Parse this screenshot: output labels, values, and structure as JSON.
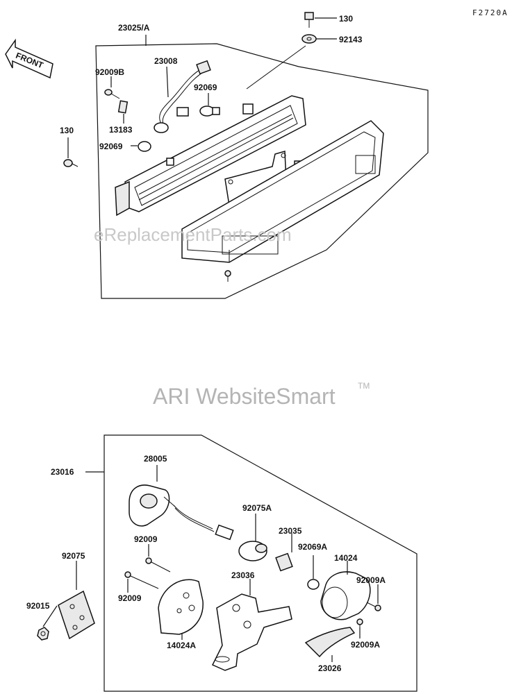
{
  "figure_code": "F2720A",
  "front_arrow_label": "FRONT",
  "watermarks": {
    "site": "eReplacementParts.com",
    "brand": "ARI WebsiteSmart",
    "trademark": "TM"
  },
  "top_assembly": {
    "group_label": "23025/A",
    "callouts": [
      "130",
      "92143",
      "23008",
      "92009B",
      "92069",
      "13183",
      "92069",
      "130"
    ]
  },
  "bottom_assembly": {
    "group_label": "23016",
    "callouts": [
      "28005",
      "92075A",
      "92009",
      "23035",
      "92069A",
      "14024",
      "92075",
      "92009A",
      "23036",
      "92009",
      "92015",
      "14024A",
      "92009A",
      "23026"
    ]
  }
}
